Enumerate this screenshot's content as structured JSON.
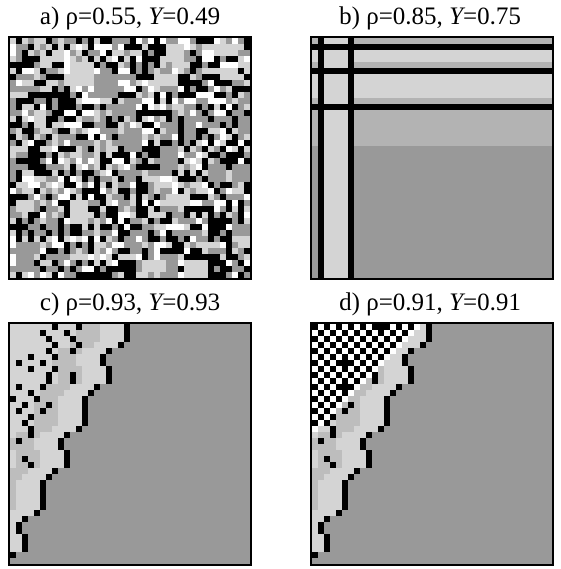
{
  "panels": [
    {
      "letter": "a)",
      "rho_label": "ρ=0.55,",
      "y_symbol": "Y",
      "y_value": "=0.49",
      "rho": 0.55,
      "Y": 0.49,
      "pattern": "random"
    },
    {
      "letter": "b)",
      "rho_label": "ρ=0.85,",
      "y_symbol": "Y",
      "y_value": "=0.75",
      "rho": 0.85,
      "Y": 0.75,
      "pattern": "grid-lines"
    },
    {
      "letter": "c)",
      "rho_label": "ρ=0.93,",
      "y_symbol": "Y",
      "y_value": "=0.93",
      "rho": 0.93,
      "Y": 0.93,
      "pattern": "diagonal-front"
    },
    {
      "letter": "d)",
      "rho_label": "ρ=0.91,",
      "y_symbol": "Y",
      "y_value": "=0.91",
      "rho": 0.91,
      "Y": 0.91,
      "pattern": "diagonal-front-checker"
    }
  ],
  "colors": {
    "black": "#000000",
    "white": "#ffffff",
    "light_gray": "#d4d4d4",
    "mid_gray": "#999999",
    "dark_gray": "#8c8c8c"
  }
}
